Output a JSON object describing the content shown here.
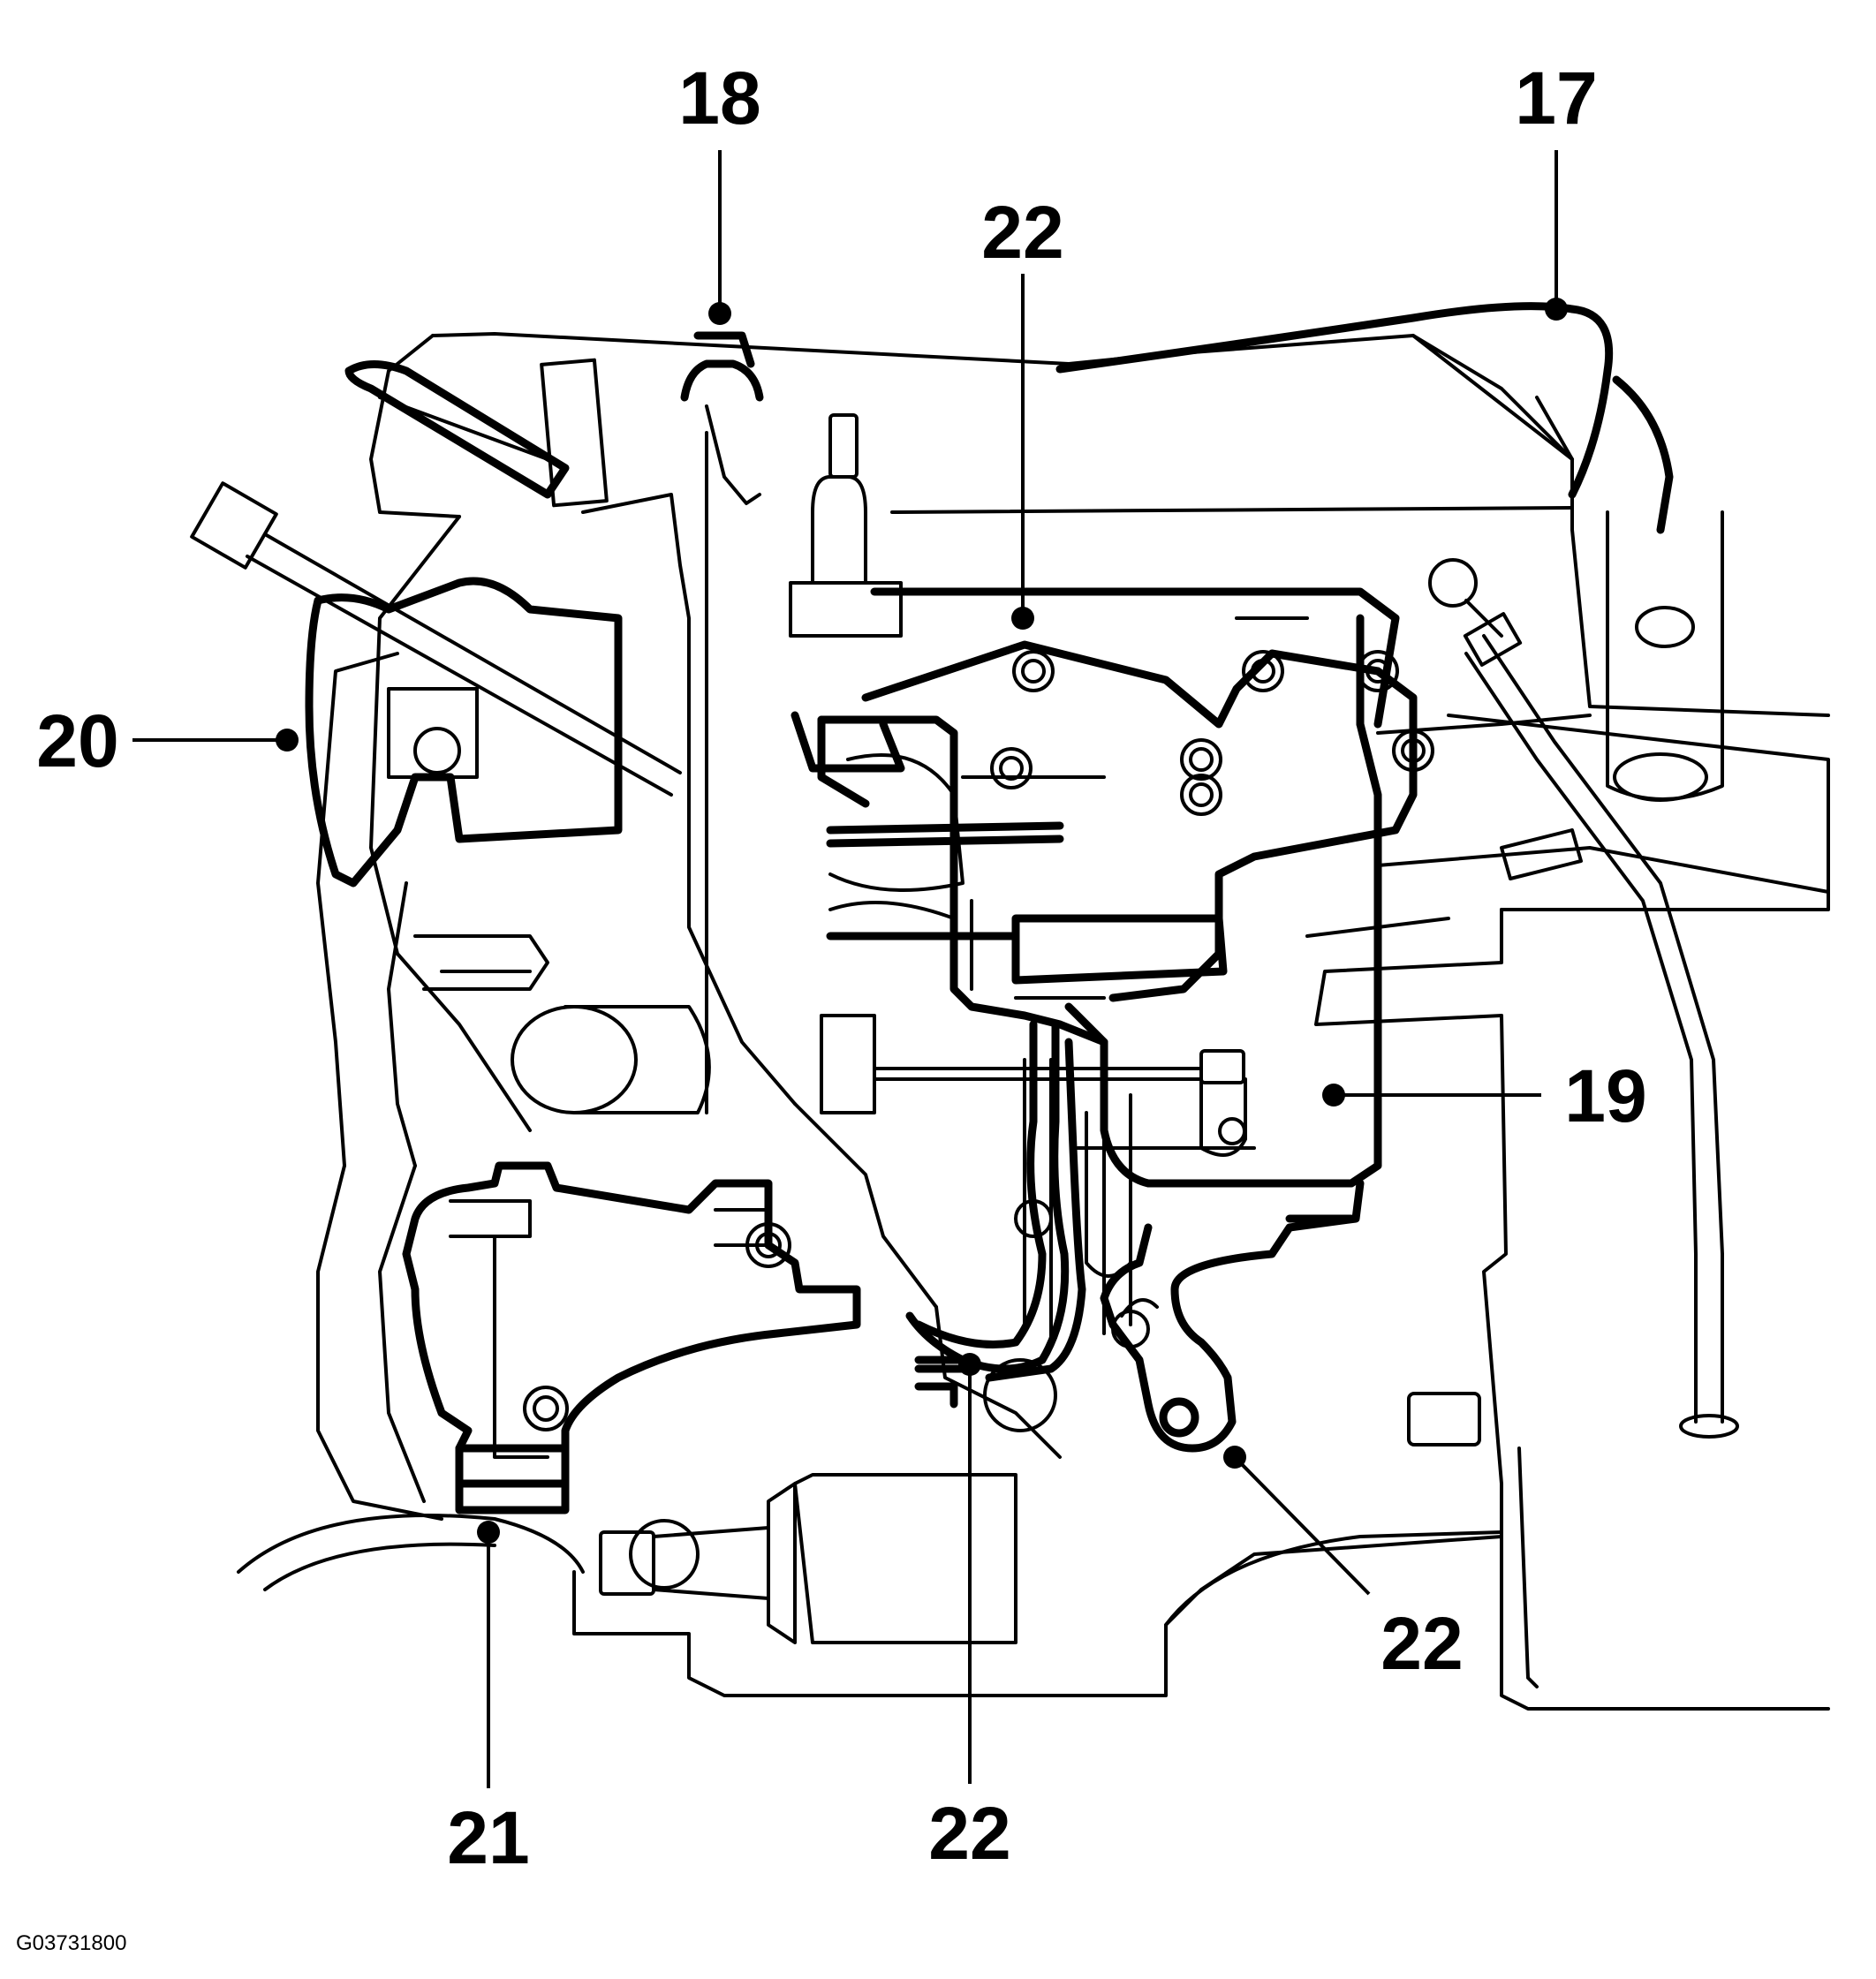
{
  "figure": {
    "id": "G03731800"
  },
  "callouts": [
    {
      "id": "c17",
      "label": "17"
    },
    {
      "id": "c18",
      "label": "18"
    },
    {
      "id": "c19",
      "label": "19"
    },
    {
      "id": "c20",
      "label": "20"
    },
    {
      "id": "c21",
      "label": "21"
    },
    {
      "id": "c22a",
      "label": "22"
    },
    {
      "id": "c22b",
      "label": "22"
    },
    {
      "id": "c22c",
      "label": "22"
    }
  ]
}
